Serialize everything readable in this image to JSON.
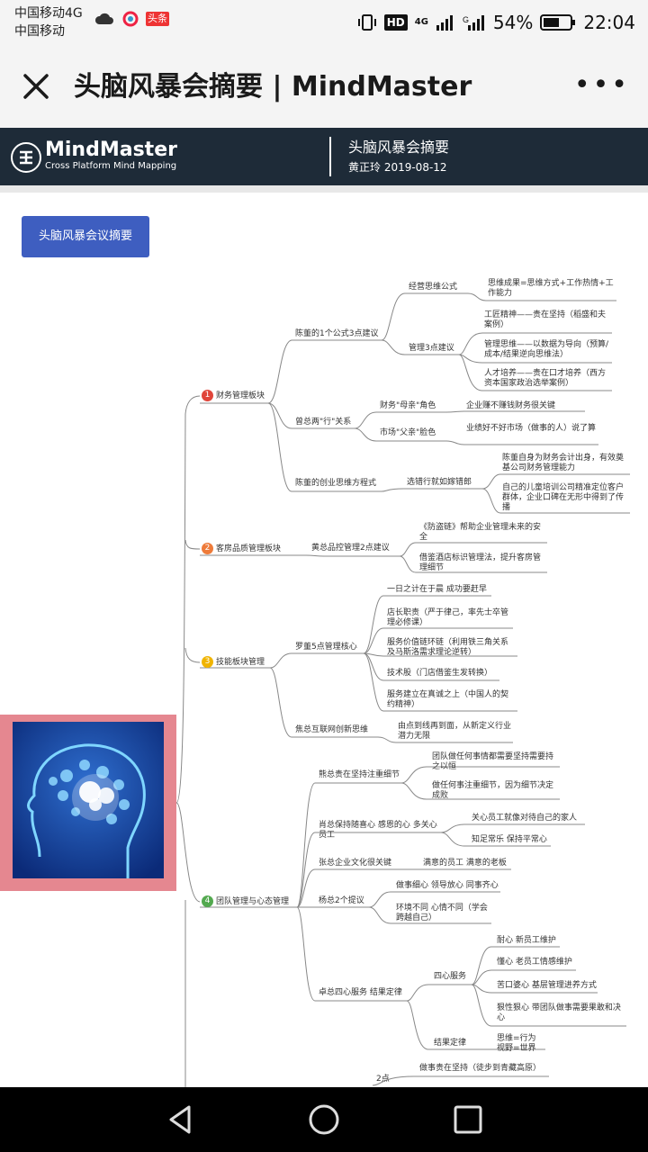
{
  "status_bar": {
    "carrier1": "中国移动4G",
    "carrier2": "中国移动",
    "battery": "54%",
    "time": "22:04",
    "hd": "HD",
    "net": "4G",
    "app_badge": "头条"
  },
  "topbar": {
    "title": "头脑风暴会摘要 | MindMaster"
  },
  "mm_header": {
    "brand": "MindMaster",
    "subtitle": "Cross Platform Mind Mapping",
    "doc_title": "头脑风暴会摘要",
    "author_date": "黄正玲  2019-08-12"
  },
  "summary_button": "头脑风暴会议摘要",
  "branches": [
    {
      "num": "1",
      "label": "财务管理板块",
      "color": "#e0453a"
    },
    {
      "num": "2",
      "label": "客房品质管理板块",
      "color": "#ee7b3a"
    },
    {
      "num": "3",
      "label": "技能板块管理",
      "color": "#f0b400"
    },
    {
      "num": "4",
      "label": "团队管理与心态管理",
      "color": "#53a94f"
    }
  ],
  "nodes": {
    "b1_1": "陈董的1个公式3点建议",
    "b1_1_1": "经营思维公式",
    "b1_1_1_1": "思维成果=思维方式+工作热情+工作能力",
    "b1_1_2": "管理3点建议",
    "b1_1_2_1": "工匠精神——贵在坚持（稻盛和夫案例）",
    "b1_1_2_2": "管理思维——以数据为导向（预算/成本/结果逆向思维法）",
    "b1_1_2_3": "人才培养——贵在口才培养（西方资本国家政治选举案例）",
    "b1_2": "曾总两\"行\"关系",
    "b1_2_1": "财务\"母亲\"角色",
    "b1_2_1_1": "企业赚不赚钱财务很关键",
    "b1_2_2": "市场\"父亲\"脸色",
    "b1_2_2_1": "业绩好不好市场（做事的人）说了算",
    "b1_3": "陈董的创业思维方程式",
    "b1_3_1": "选错行就如嫁错郎",
    "b1_3_1_1": "陈董自身为财务会计出身，有效奠基公司财务管理能力",
    "b1_3_1_2": "自己的儿童培训公司精准定位客户群体，企业口碑在无形中得到了传播",
    "b2_1": "黄总品控管理2点建议",
    "b2_1_1": "《防盗链》帮助企业管理未来的安全",
    "b2_1_2": "借鉴酒店标识管理法，提升客房管理细节",
    "b3_1": "罗董5点管理核心",
    "b3_1_1": "一日之计在于晨 成功要赶早",
    "b3_1_2": "店长职责（严于律己，率先士卒管理必修课）",
    "b3_1_3": "服务价值链环链（利用铁三角关系及马斯洛需求理论逆转）",
    "b3_1_4": "技术股（门店借鉴生发转换）",
    "b3_1_5": "服务建立在真诚之上（中国人的契约精神）",
    "b3_2": "焦总互联网创新思维",
    "b3_2_1": "由点到线再到面，从新定义行业潜力无限",
    "b4_1": "熊总贵在坚持注重细节",
    "b4_1_1": "团队做任何事情都需要坚持需要持之以恒",
    "b4_1_2": "做任何事注重细节，因为细节决定成败",
    "b4_2": "肖总保持随喜心 感恩的心 多关心员工",
    "b4_2_1": "关心员工就像对待自己的家人",
    "b4_2_2": "知足常乐 保持平常心",
    "b4_3": "张总企业文化很关键",
    "b4_3_1": "满意的员工 满意的老板",
    "b4_4": "杨总2个提议",
    "b4_4_1": "做事细心 领导放心 同事齐心",
    "b4_4_2": "环境不同 心情不同（学会跨越自己）",
    "b4_5": "卓总四心服务 结果定律",
    "b4_5_1": "四心服务",
    "b4_5_1_1": "耐心 新员工维护",
    "b4_5_1_2": "懂心 老员工情感维护",
    "b4_5_1_3": "苦口婆心 基层管理进养方式",
    "b4_5_1_4": "狠性狠心 带团队做事需要果敢和决心",
    "b4_5_2": "结果定律",
    "b4_5_2_1": "思维=行为 视野=世界",
    "b4_6": "2点",
    "b4_6_1": "做事贵在坚持（徒步到青藏高原）"
  }
}
